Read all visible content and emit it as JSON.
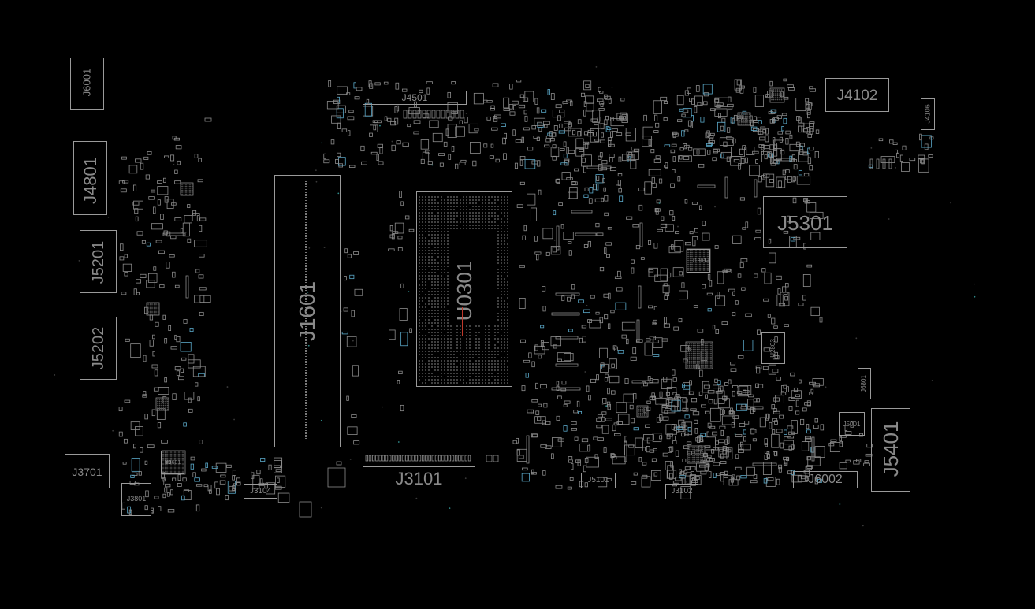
{
  "board": {
    "background": "#000000",
    "outline_color": "#9a9a9a",
    "label_color": "#8a8a8a",
    "marker_color": "#c0392b"
  },
  "connectors": {
    "J6001": "J6001",
    "J4801": "J4801",
    "J5201": "J5201",
    "J5202": "J5202",
    "J1601": "J1601",
    "J4501": "J4501",
    "J4102": "J4102",
    "J4106": "J4106",
    "J5301": "J5301",
    "J3701": "J3701",
    "J3801": "J3801",
    "J3104": "J3104",
    "J3101": "J3101",
    "J5101": "J5101",
    "J3102": "J3102",
    "J6002": "J6002",
    "J5401": "J5401",
    "J6801": "J6801",
    "J5001": "J5001"
  },
  "chips": {
    "U0301": "U0301",
    "U2803": "U2803",
    "U3601": "U3601",
    "U1801": "U1801"
  }
}
